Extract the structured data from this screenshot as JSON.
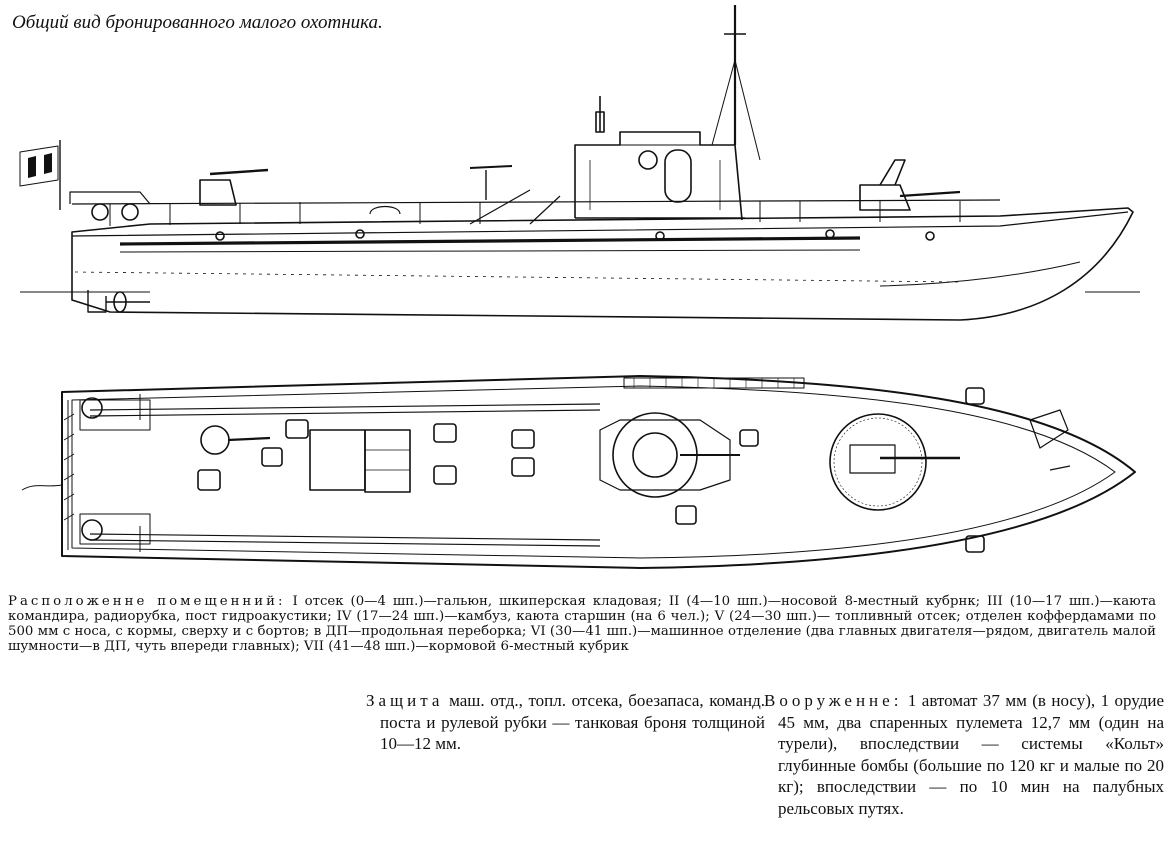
{
  "title": "Общий вид бронированного малого охотника.",
  "caption": {
    "lead": "Расположенне помещенний:",
    "text": " I отсек (0—4 шп.)—гальюн, шкиперская кладовая; II (4—10 шп.)—носовой 8-местный кубрнк; III (10—17 шп.)—каюта командира, радиорубка, пост гидроакустики; IV (17—24 шп.)—камбуз, каюта старшин (на 6 чел.); V (24—30 шп.)— топливный отсек; отделен коффердамами по 500 мм с носа, с кормы, сверху и с бортов; в ДП—продольная переборка; VI (30—41 шп.)—машинное отделение (два главных двигателя—рядом, двигатель малой шумности—в ДП, чуть впереди главных); VII (41—48 шп.)—кормовой 6-местный кубрик"
  },
  "protection": {
    "lead": "Защита",
    "text": " маш. отд., топл. отсека, боезапаса, команд. поста и рулевой рубки — танковая броня толщиной 10—12 мм."
  },
  "armament": {
    "lead": "Вооруженне:",
    "text": " 1 автомат 37 мм (в носу), 1 орудие 45 мм, два спаренных пулемета 12,7 мм (один на турели), впоследствии — системы «Кольт» глубинные бомбы (большие по 120 кг и малые по 20 кг); впоследствии — по 10 мин на палубных рельсовых путях."
  }
}
